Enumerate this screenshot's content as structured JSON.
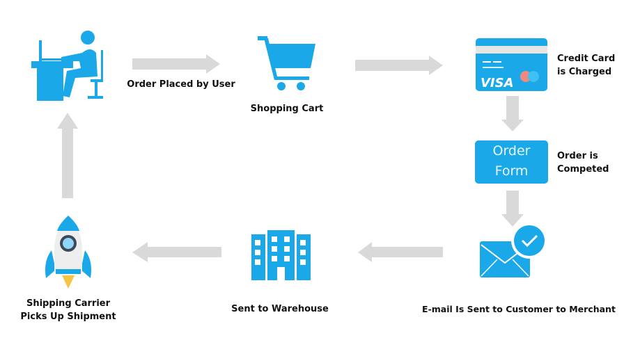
{
  "colors": {
    "accent": "#1aa8e8",
    "arrow": "#d9d9d9",
    "text": "#111111"
  },
  "steps": {
    "user": {
      "icon": "person-at-desk-icon"
    },
    "order_placed": {
      "label": "Order Placed by User"
    },
    "cart": {
      "icon": "shopping-cart-icon",
      "label": "Shopping Cart"
    },
    "card": {
      "icon": "credit-card-icon",
      "brand": "VISA",
      "label_line1": "Credit Card",
      "label_line2": "is Charged"
    },
    "form": {
      "line1": "Order",
      "line2": "Form",
      "label_line1": "Order is",
      "label_line2": "Competed"
    },
    "email": {
      "icon": "envelope-check-icon",
      "label": "E-mail Is Sent to Customer to Merchant"
    },
    "warehouse": {
      "icon": "building-icon",
      "label": "Sent to Warehouse"
    },
    "shipping": {
      "icon": "rocket-icon",
      "label_line1": "Shipping Carrier",
      "label_line2": "Picks Up Shipment"
    }
  }
}
